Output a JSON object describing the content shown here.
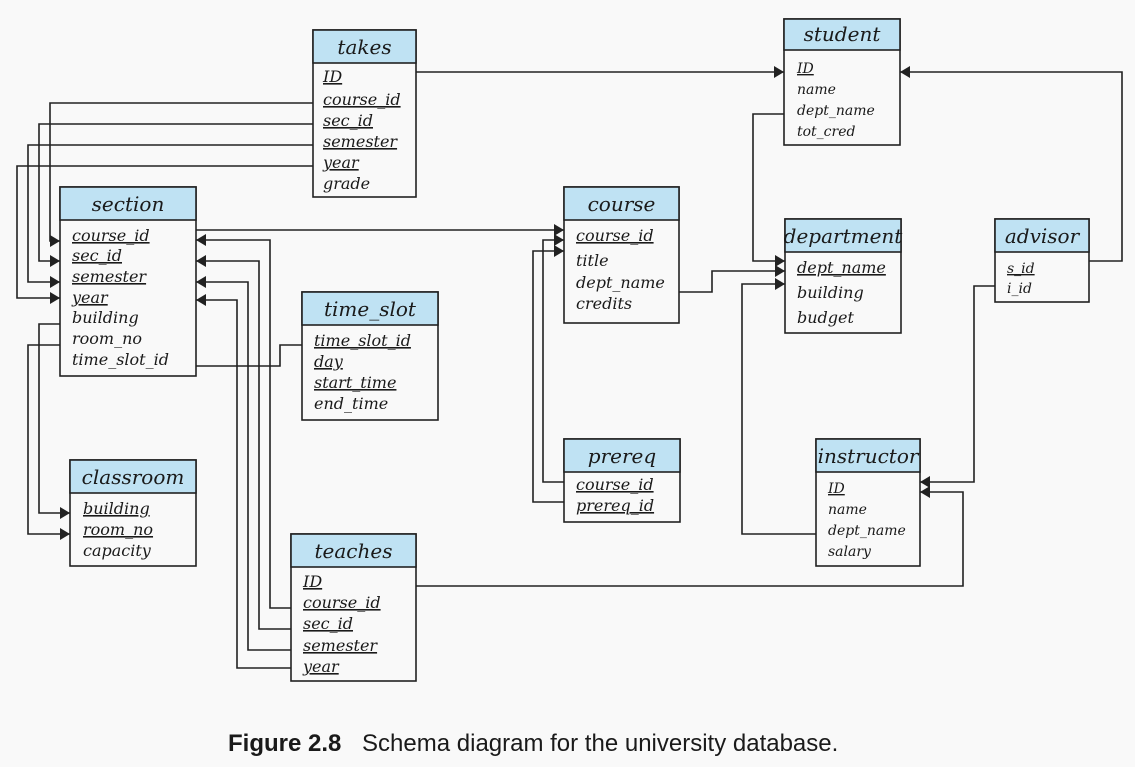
{
  "caption": {
    "label": "Figure 2.8",
    "text": "Schema diagram for the university database."
  },
  "colors": {
    "header_fill": "#bfe2f3",
    "line": "#222222",
    "background": "#f9f9f9"
  },
  "tables": {
    "takes": {
      "name": "takes",
      "attributes": [
        {
          "name": "ID",
          "pk": true
        },
        {
          "name": "course_id",
          "pk": true
        },
        {
          "name": "sec_id",
          "pk": true
        },
        {
          "name": "semester",
          "pk": true
        },
        {
          "name": "year",
          "pk": true
        },
        {
          "name": "grade",
          "pk": false
        }
      ]
    },
    "student": {
      "name": "student",
      "attributes": [
        {
          "name": "ID",
          "pk": true
        },
        {
          "name": "name",
          "pk": false
        },
        {
          "name": "dept_name",
          "pk": false
        },
        {
          "name": "tot_cred",
          "pk": false
        }
      ]
    },
    "section": {
      "name": "section",
      "attributes": [
        {
          "name": "course_id",
          "pk": true
        },
        {
          "name": "sec_id",
          "pk": true
        },
        {
          "name": "semester",
          "pk": true
        },
        {
          "name": "year",
          "pk": true
        },
        {
          "name": "building",
          "pk": false
        },
        {
          "name": "room_no",
          "pk": false
        },
        {
          "name": "time_slot_id",
          "pk": false
        }
      ]
    },
    "course": {
      "name": "course",
      "attributes": [
        {
          "name": "course_id",
          "pk": true
        },
        {
          "name": "title",
          "pk": false
        },
        {
          "name": "dept_name",
          "pk": false
        },
        {
          "name": "credits",
          "pk": false
        }
      ]
    },
    "department": {
      "name": "department",
      "attributes": [
        {
          "name": "dept_name",
          "pk": true
        },
        {
          "name": "building",
          "pk": false
        },
        {
          "name": "budget",
          "pk": false
        }
      ]
    },
    "advisor": {
      "name": "advisor",
      "attributes": [
        {
          "name": "s_id",
          "pk": true
        },
        {
          "name": "i_id",
          "pk": false
        }
      ]
    },
    "time_slot": {
      "name": "time_slot",
      "attributes": [
        {
          "name": "time_slot_id",
          "pk": true
        },
        {
          "name": "day",
          "pk": true
        },
        {
          "name": "start_time",
          "pk": true
        },
        {
          "name": "end_time",
          "pk": false
        }
      ]
    },
    "prereq": {
      "name": "prereq",
      "attributes": [
        {
          "name": "course_id",
          "pk": true
        },
        {
          "name": "prereq_id",
          "pk": true
        }
      ]
    },
    "instructor": {
      "name": "instructor",
      "attributes": [
        {
          "name": "ID",
          "pk": true
        },
        {
          "name": "name",
          "pk": false
        },
        {
          "name": "dept_name",
          "pk": false
        },
        {
          "name": "salary",
          "pk": false
        }
      ]
    },
    "classroom": {
      "name": "classroom",
      "attributes": [
        {
          "name": "building",
          "pk": true
        },
        {
          "name": "room_no",
          "pk": true
        },
        {
          "name": "capacity",
          "pk": false
        }
      ]
    },
    "teaches": {
      "name": "teaches",
      "attributes": [
        {
          "name": "ID",
          "pk": true
        },
        {
          "name": "course_id",
          "pk": true
        },
        {
          "name": "sec_id",
          "pk": true
        },
        {
          "name": "semester",
          "pk": true
        },
        {
          "name": "year",
          "pk": true
        }
      ]
    }
  },
  "relationships": [
    {
      "from": "takes.ID",
      "to": "student.ID"
    },
    {
      "from": "takes.course_id",
      "to": "section.course_id"
    },
    {
      "from": "takes.sec_id",
      "to": "section.sec_id"
    },
    {
      "from": "takes.semester",
      "to": "section.semester"
    },
    {
      "from": "takes.year",
      "to": "section.year"
    },
    {
      "from": "section.course_id",
      "to": "course.course_id"
    },
    {
      "from": "section.building",
      "to": "classroom.building"
    },
    {
      "from": "section.room_no",
      "to": "classroom.room_no"
    },
    {
      "from": "section.time_slot_id",
      "to": "time_slot.time_slot_id"
    },
    {
      "from": "teaches.course_id",
      "to": "section.course_id"
    },
    {
      "from": "teaches.sec_id",
      "to": "section.sec_id"
    },
    {
      "from": "teaches.semester",
      "to": "section.semester"
    },
    {
      "from": "teaches.year",
      "to": "section.year"
    },
    {
      "from": "teaches.ID",
      "to": "instructor.ID"
    },
    {
      "from": "prereq.course_id",
      "to": "course.course_id"
    },
    {
      "from": "prereq.prereq_id",
      "to": "course.course_id"
    },
    {
      "from": "student.dept_name",
      "to": "department.dept_name"
    },
    {
      "from": "course.dept_name",
      "to": "department.dept_name"
    },
    {
      "from": "instructor.dept_name",
      "to": "department.dept_name"
    },
    {
      "from": "advisor.s_id",
      "to": "student.ID"
    },
    {
      "from": "advisor.i_id",
      "to": "instructor.ID"
    }
  ]
}
